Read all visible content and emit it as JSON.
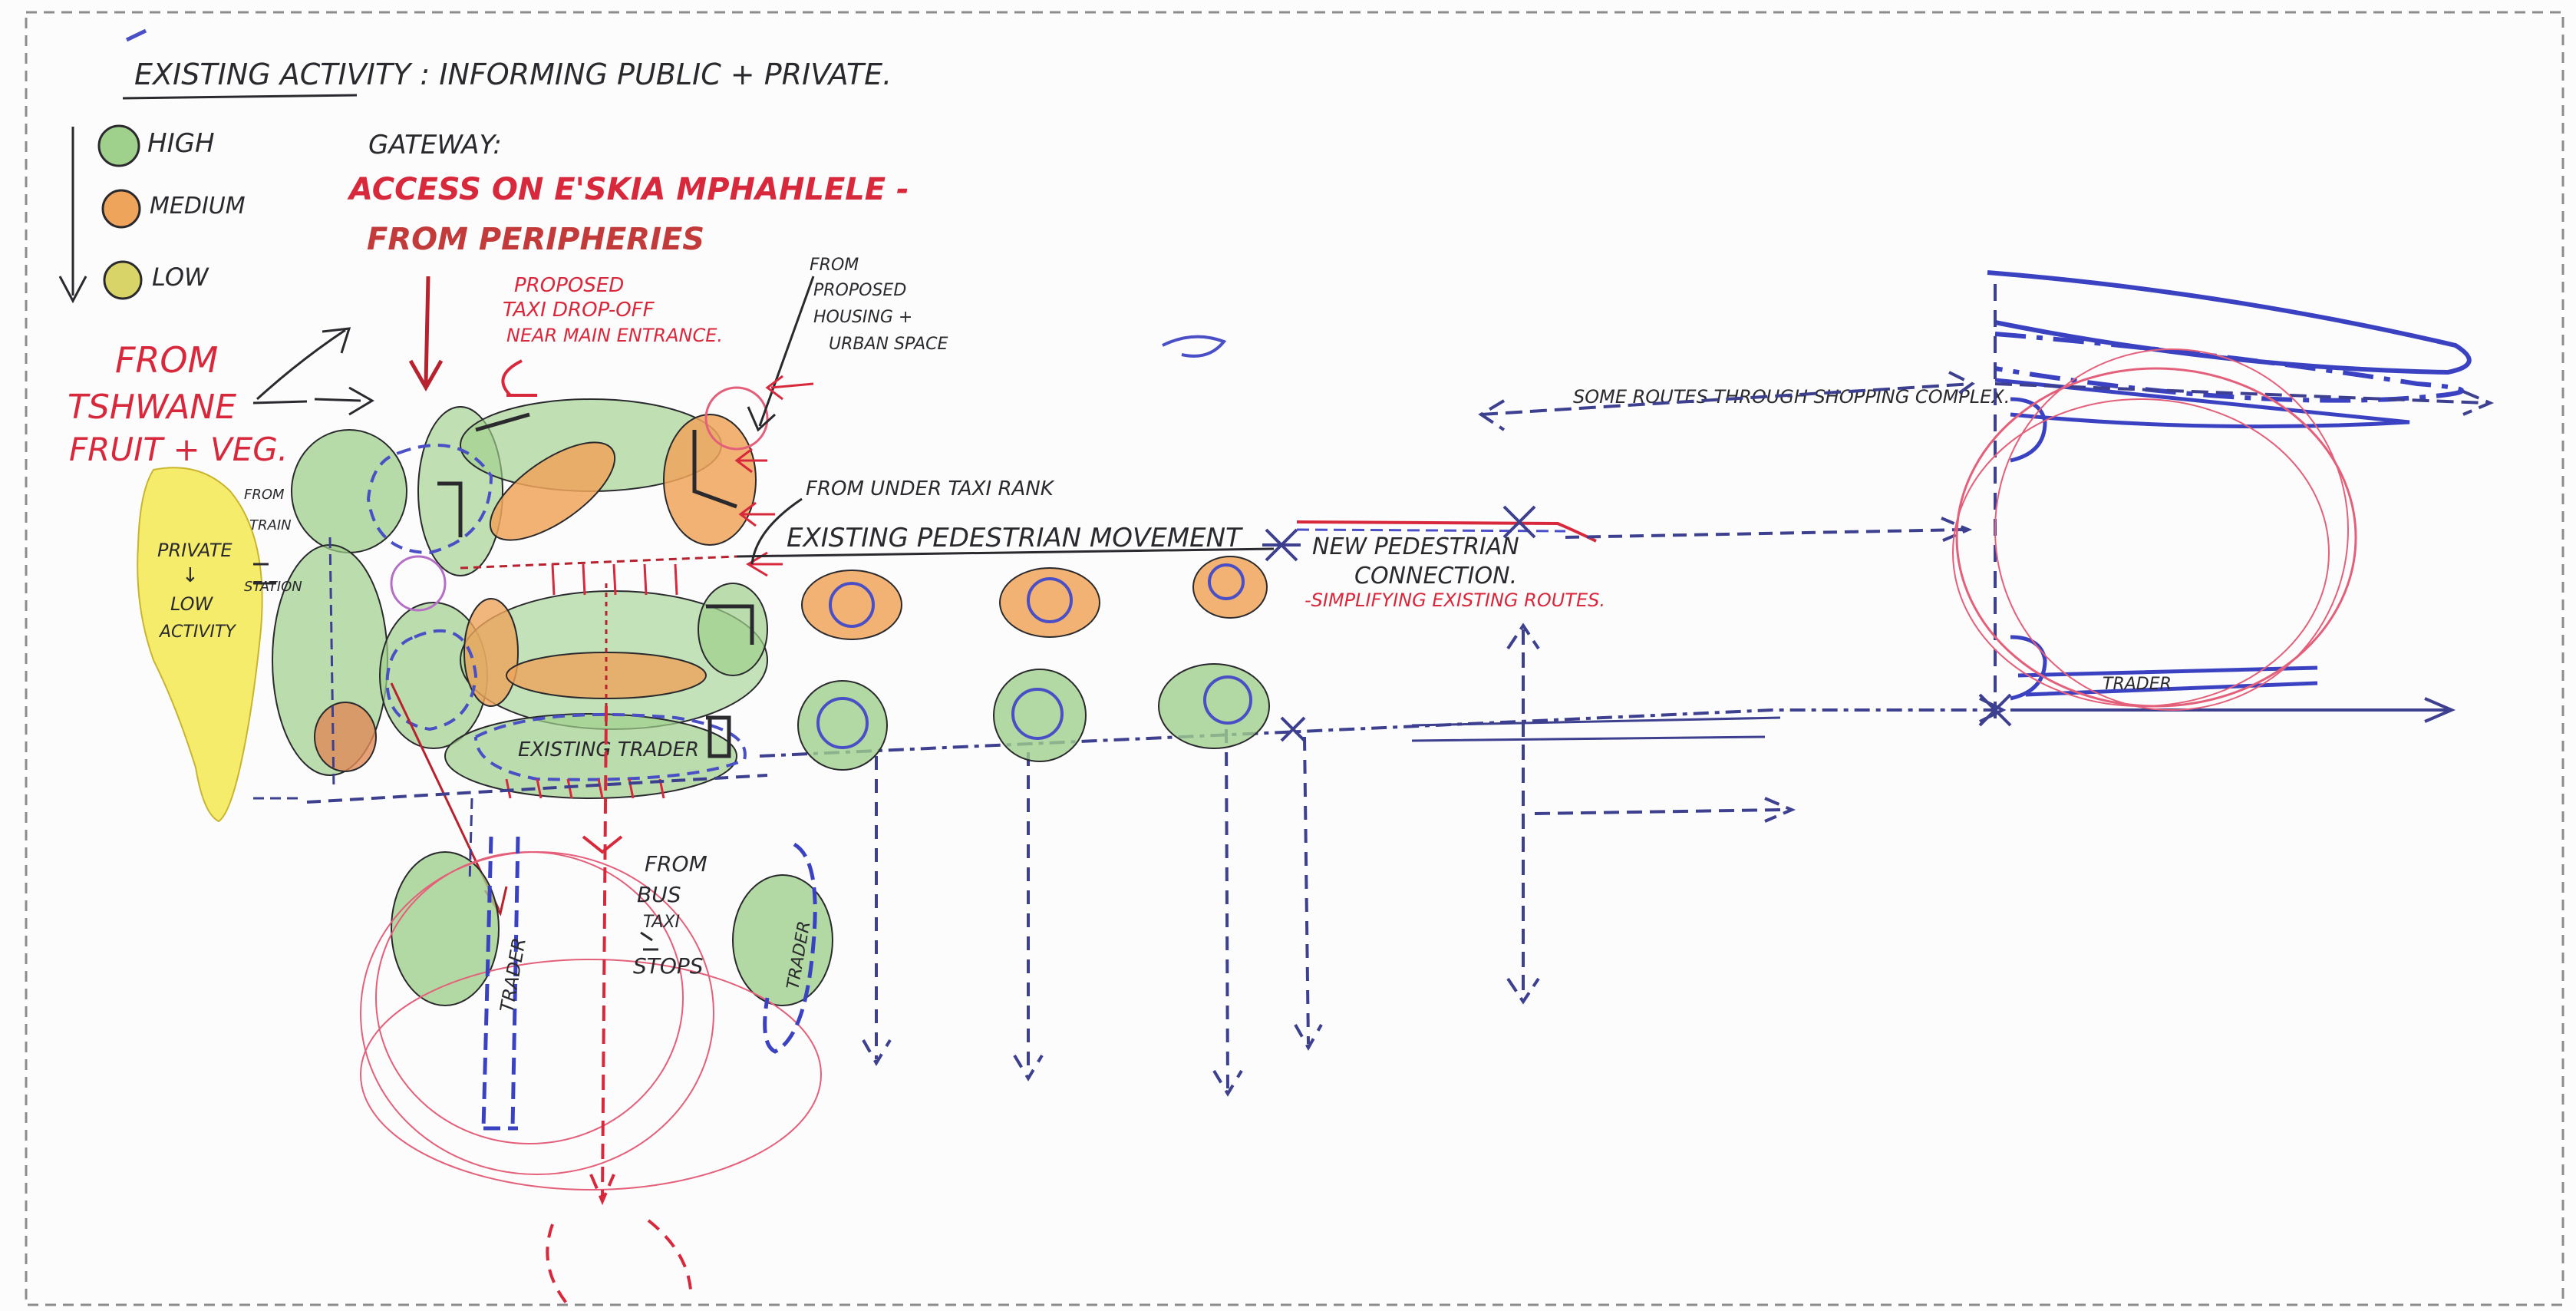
{
  "colors": {
    "paper": "#fbfbfd",
    "frame": "#8c8c8c",
    "ink_black": "#2a2a2e",
    "ink_red": "#d8283c",
    "ink_blue": "#4a4fc6",
    "ink_navy": "#3d3f8f",
    "marker_green": "#9fd08c",
    "marker_orange": "#eea45a",
    "marker_yellow": "#f4ea5c",
    "pink_circle": "#e4607a"
  },
  "legend": {
    "title": "EXISTING ACTIVITY : INFORMING PUBLIC + PRIVATE.",
    "high": "HIGH",
    "medium": "MEDIUM",
    "low": "LOW"
  },
  "labels": {
    "gateway": "GATEWAY:",
    "gateway_line1": "ACCESS ON E'SKIA MPHAHLELE -",
    "gateway_line2": "FROM PERIPHERIES",
    "from_tshwane_1": "FROM",
    "from_tshwane_2": "TSHWANE",
    "from_tshwane_3": "FRUIT + VEG.",
    "proposed_taxi_1": "PROPOSED",
    "proposed_taxi_2": "TAXI DROP-OFF",
    "proposed_taxi_3": "NEAR MAIN ENTRANCE.",
    "from_housing_1": "FROM",
    "from_housing_2": "PROPOSED",
    "from_housing_3": "HOUSING +",
    "from_housing_4": "URBAN SPACE",
    "from_taxi_rank": "FROM UNDER TAXI RANK",
    "from_bus_1": "FROM",
    "from_bus_2": "BUS",
    "from_bus_3": "TAXI",
    "from_bus_4": "STOPS",
    "from_train_1": "FROM",
    "from_train_2": "TRAIN",
    "from_train_3": "STATION",
    "private_1": "PRIVATE",
    "private_2": "↓",
    "private_3": "LOW",
    "private_4": "ACTIVITY",
    "existing_ped": "EXISTING PEDESTRIAN MOVEMENT",
    "new_ped_1": "NEW PEDESTRIAN",
    "new_ped_2": "CONNECTION.",
    "new_ped_3": "-SIMPLIFYING EXISTING ROUTES.",
    "some_routes": "SOME ROUTES THROUGH SHOPPING COMPLEX.",
    "existing_trader": "EXISTING TRADER",
    "trader": "TRADER",
    "vehicle_mark": "TRADER"
  }
}
